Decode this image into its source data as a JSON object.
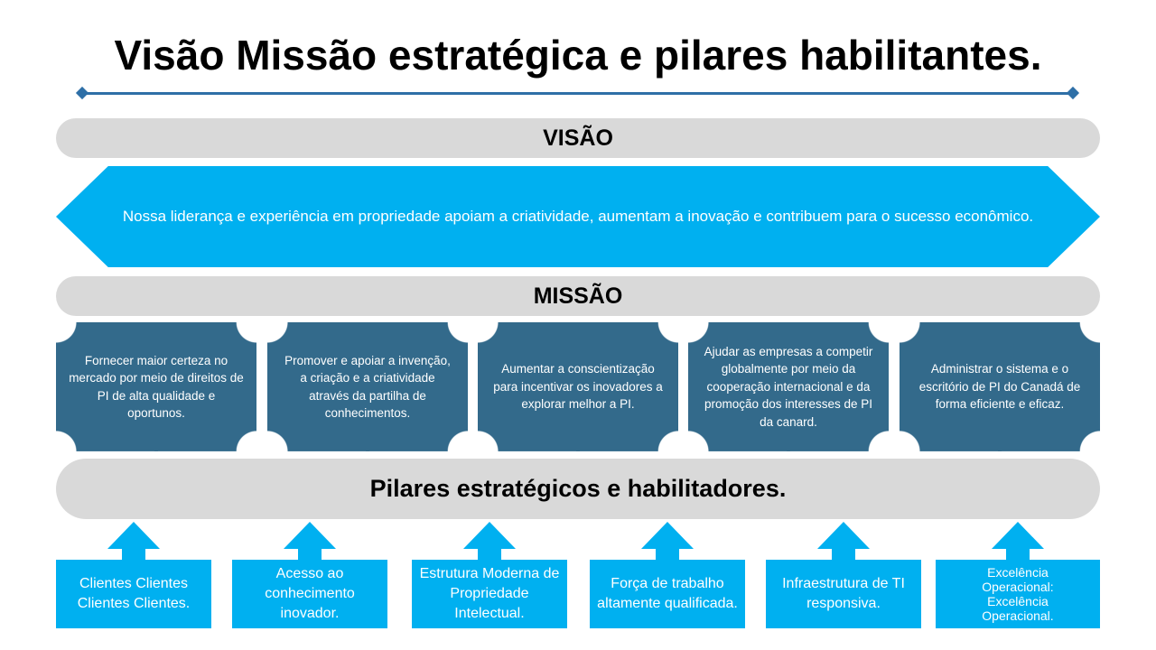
{
  "title": "Visão Missão estratégica e pilares habilitantes.",
  "vision": {
    "heading": "VISÃO",
    "text": "Nossa liderança e experiência em propriedade apoiam a criatividade, aumentam a inovação e contribuem para o sucesso econômico."
  },
  "mission": {
    "heading": "MISSÃO",
    "items": [
      "Fornecer maior certeza no mercado por meio de direitos de PI de alta qualidade e oportunos.",
      "Promover e apoiar a invenção, a criação e a criatividade através da partilha de conhecimentos.",
      "Aumentar a conscientização para incentivar os inovadores a explorar melhor a PI.",
      "Ajudar as empresas a competir globalmente por meio da cooperação internacional e da promoção dos interesses de PI da canard.",
      "Administrar o sistema e o escritório de PI do Canadá de forma eficiente e eficaz."
    ]
  },
  "pillars": {
    "heading": "Pilares estratégicos e habilitadores.",
    "items": [
      "Clientes Clientes Clientes Clientes.",
      "Acesso ao conhecimento inovador.",
      "Estrutura Moderna de Propriedade Intelectual.",
      "Força de trabalho altamente qualificada.",
      "Infraestrutura de TI responsiva.",
      "Excelência Operacional: Excelência Operacional."
    ]
  },
  "colors": {
    "accent": "#00b0f0",
    "mission": "#336a8b",
    "band": "#d9d9d9",
    "rule": "#2e6fa7"
  }
}
